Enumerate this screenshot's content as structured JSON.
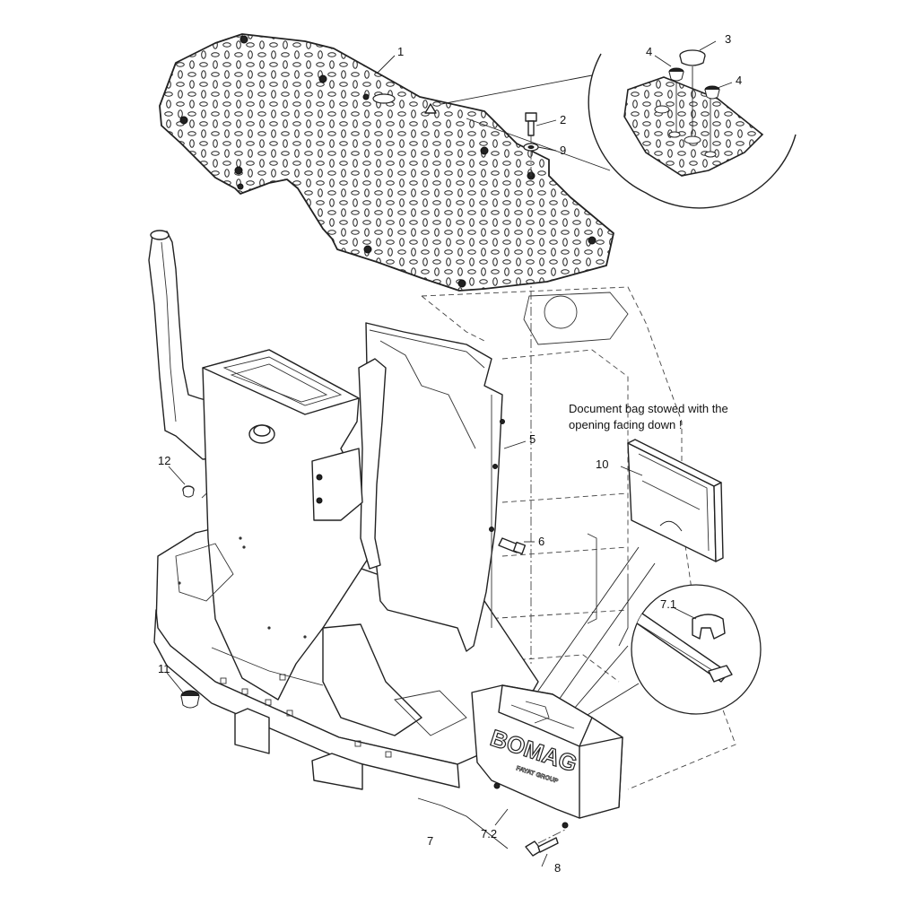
{
  "note": {
    "line1": "Document bag stowed with the",
    "line2": "opening facing down !"
  },
  "brand": {
    "logo_text": "BOMAG",
    "logo_subtext": "FAYAT GROUP"
  },
  "callouts": [
    {
      "id": "1"
    },
    {
      "id": "2"
    },
    {
      "id": "3"
    },
    {
      "id": "4a",
      "text": "4"
    },
    {
      "id": "4b",
      "text": "4"
    },
    {
      "id": "5"
    },
    {
      "id": "6"
    },
    {
      "id": "7"
    },
    {
      "id": "7.1"
    },
    {
      "id": "7.2"
    },
    {
      "id": "8"
    },
    {
      "id": "9"
    },
    {
      "id": "10"
    },
    {
      "id": "11"
    },
    {
      "id": "12"
    }
  ],
  "labels": {
    "c1": "1",
    "c2": "2",
    "c3": "3",
    "c4a": "4",
    "c4b": "4",
    "c5": "5",
    "c6": "6",
    "c7": "7",
    "c71": "7.1",
    "c72": "7.2",
    "c8": "8",
    "c9": "9",
    "c10": "10",
    "c11": "11",
    "c12": "12"
  }
}
